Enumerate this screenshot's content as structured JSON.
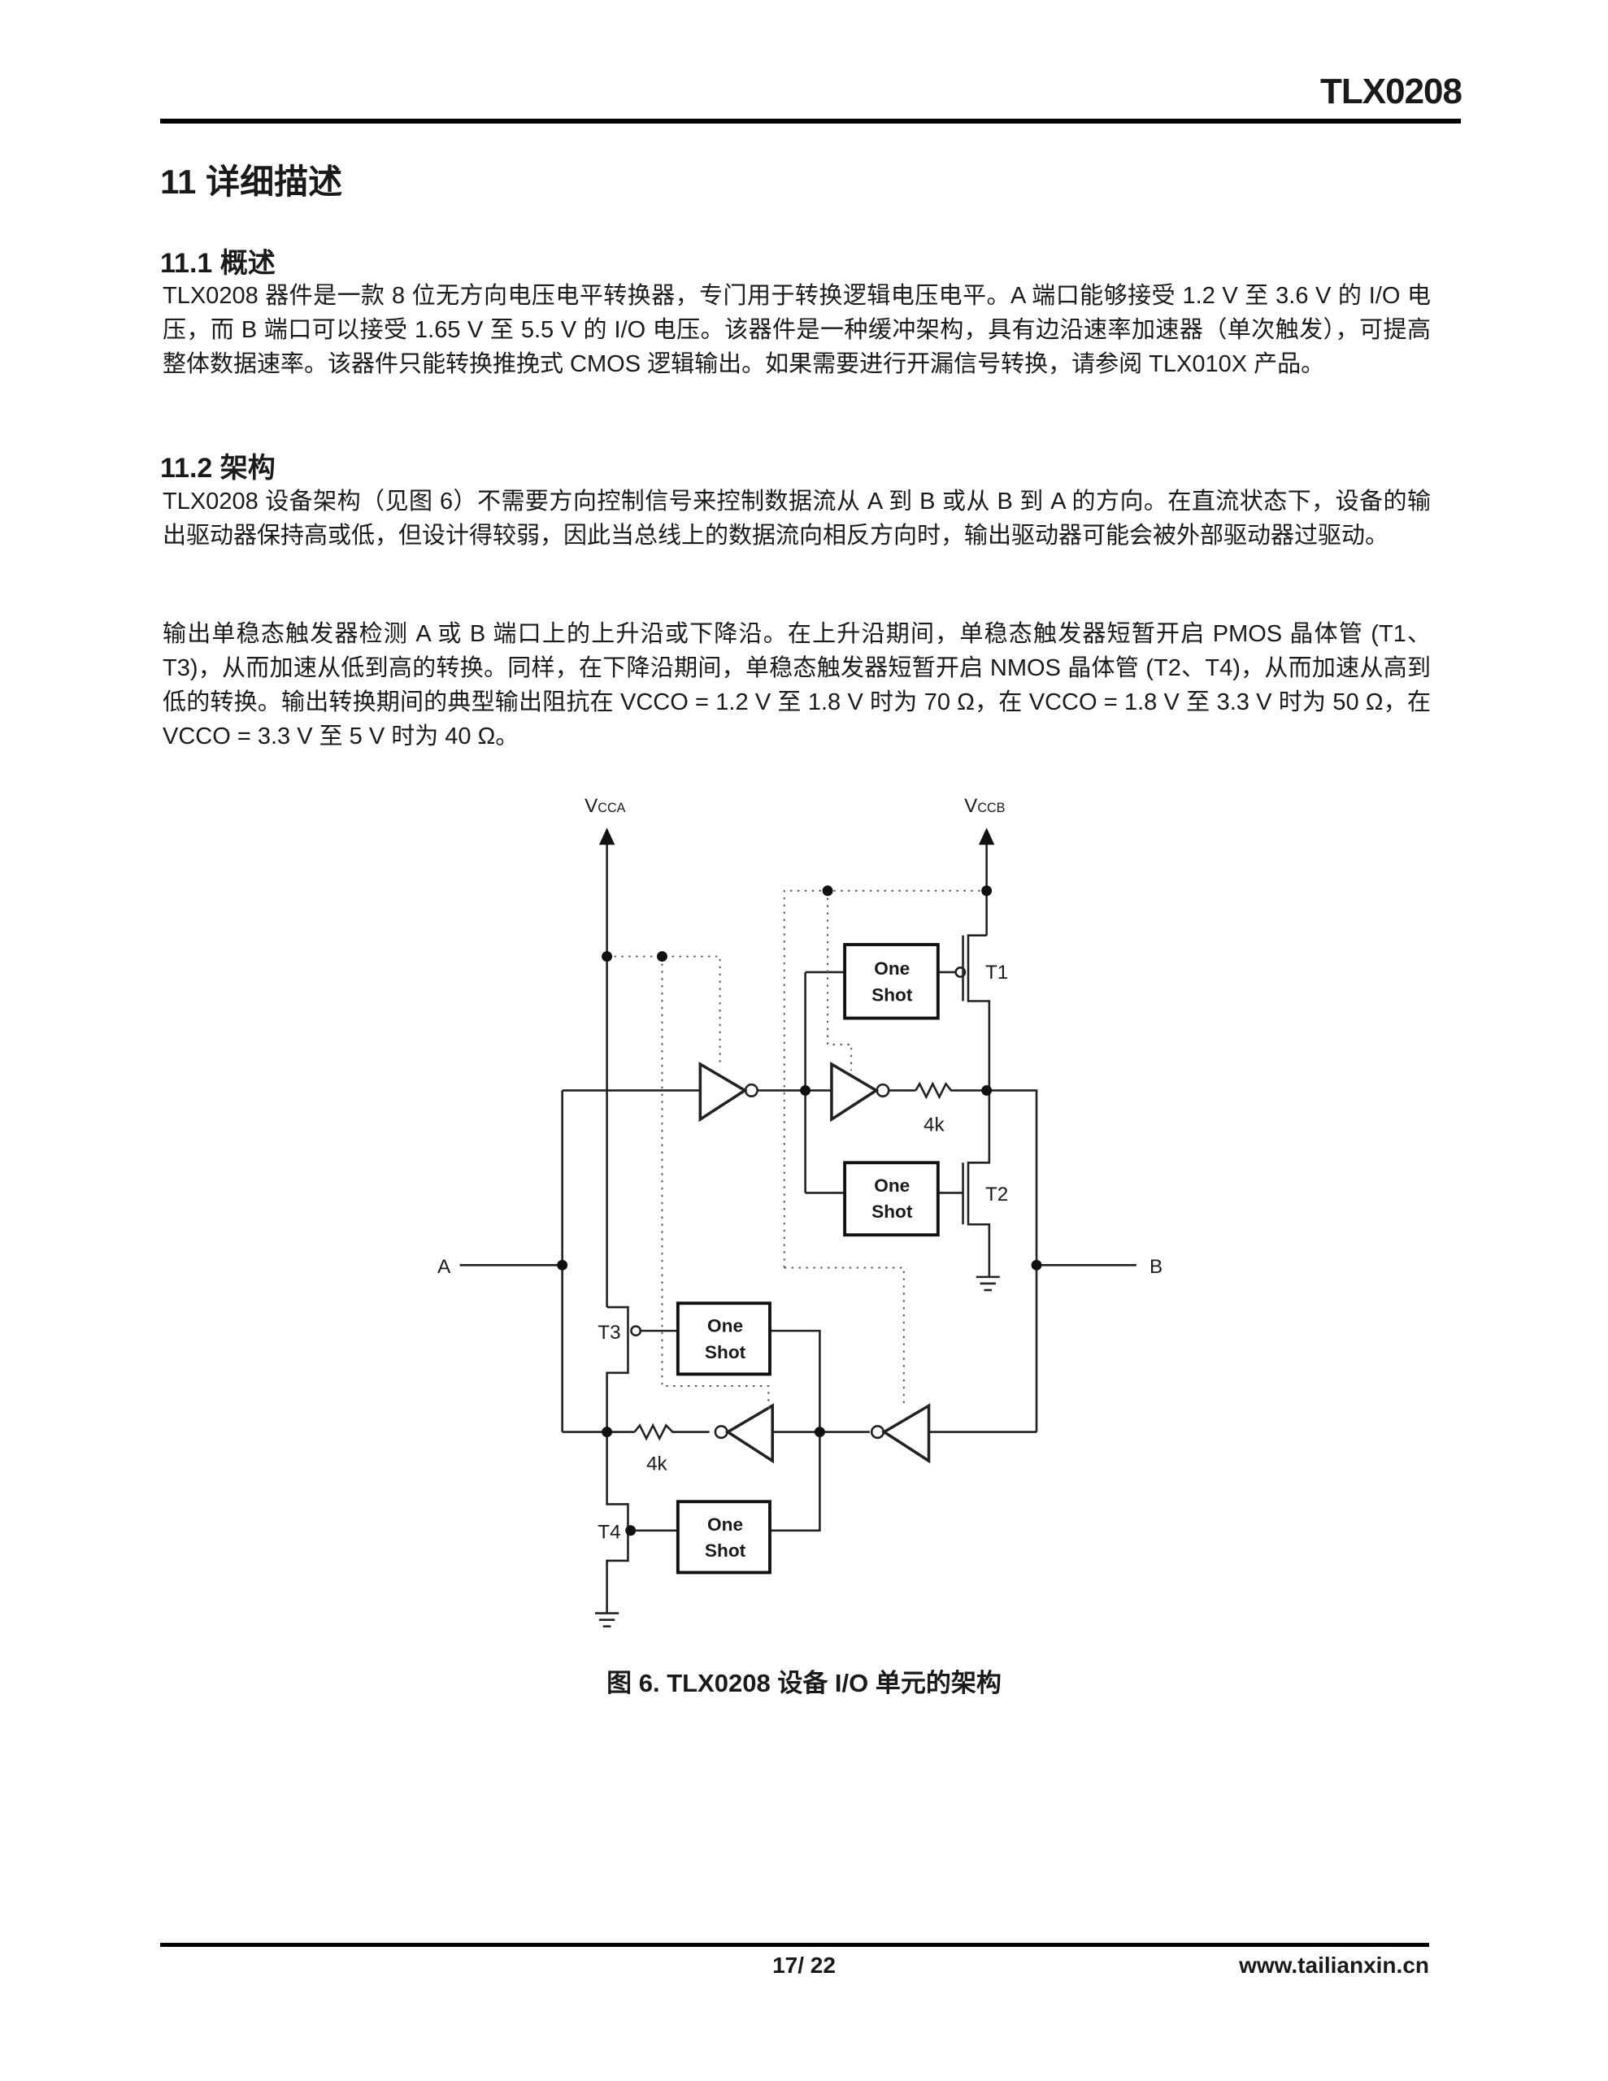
{
  "header": {
    "title": "TLX0208"
  },
  "section": {
    "title": "11 详细描述",
    "overview": {
      "title": "11.1 概述",
      "text": "TLX0208 器件是一款 8 位无方向电压电平转换器，专门用于转换逻辑电压电平。A 端口能够接受 1.2 V 至 3.6 V 的 I/O 电压，而 B 端口可以接受 1.65 V 至 5.5 V 的 I/O 电压。该器件是一种缓冲架构，具有边沿速率加速器（单次触发），可提高整体数据速率。该器件只能转换推挽式 CMOS 逻辑输出。如果需要进行开漏信号转换，请参阅 TLX010X 产品。"
    },
    "architecture": {
      "title": "11.2 架构",
      "text1": "TLX0208 设备架构（见图 6）不需要方向控制信号来控制数据流从 A 到 B 或从 B 到 A 的方向。在直流状态下，设备的输出驱动器保持高或低，但设计得较弱，因此当总线上的数据流向相反方向时，输出驱动器可能会被外部驱动器过驱动。",
      "text2": "输出单稳态触发器检测 A 或 B 端口上的上升沿或下降沿。在上升沿期间，单稳态触发器短暂开启 PMOS 晶体管 (T1、T3)，从而加速从低到高的转换。同样，在下降沿期间，单稳态触发器短暂开启 NMOS 晶体管 (T2、T4)，从而加速从高到低的转换。输出转换期间的典型输出阻抗在 VCCO = 1.2 V 至 1.8 V 时为 70 Ω，在 VCCO = 1.8 V 至 3.3 V 时为 50 Ω，在 VCCO = 3.3 V 至 5 V 时为 40 Ω。"
    }
  },
  "figure": {
    "vcca": "V",
    "vcca_sub": "CCA",
    "vccb": "V",
    "vccb_sub": "CCB",
    "port_a": "A",
    "port_b": "B",
    "one_shot_line1": "One",
    "one_shot_line2": "Shot",
    "t1": "T1",
    "t2": "T2",
    "t3": "T3",
    "t4": "T4",
    "resistor_top": "4k",
    "resistor_bottom": "4k",
    "caption": "图 6. TLX0208 设备 I/O 单元的架构"
  },
  "footer": {
    "page": "17/ 22",
    "website": "www.tailianxin.cn"
  }
}
